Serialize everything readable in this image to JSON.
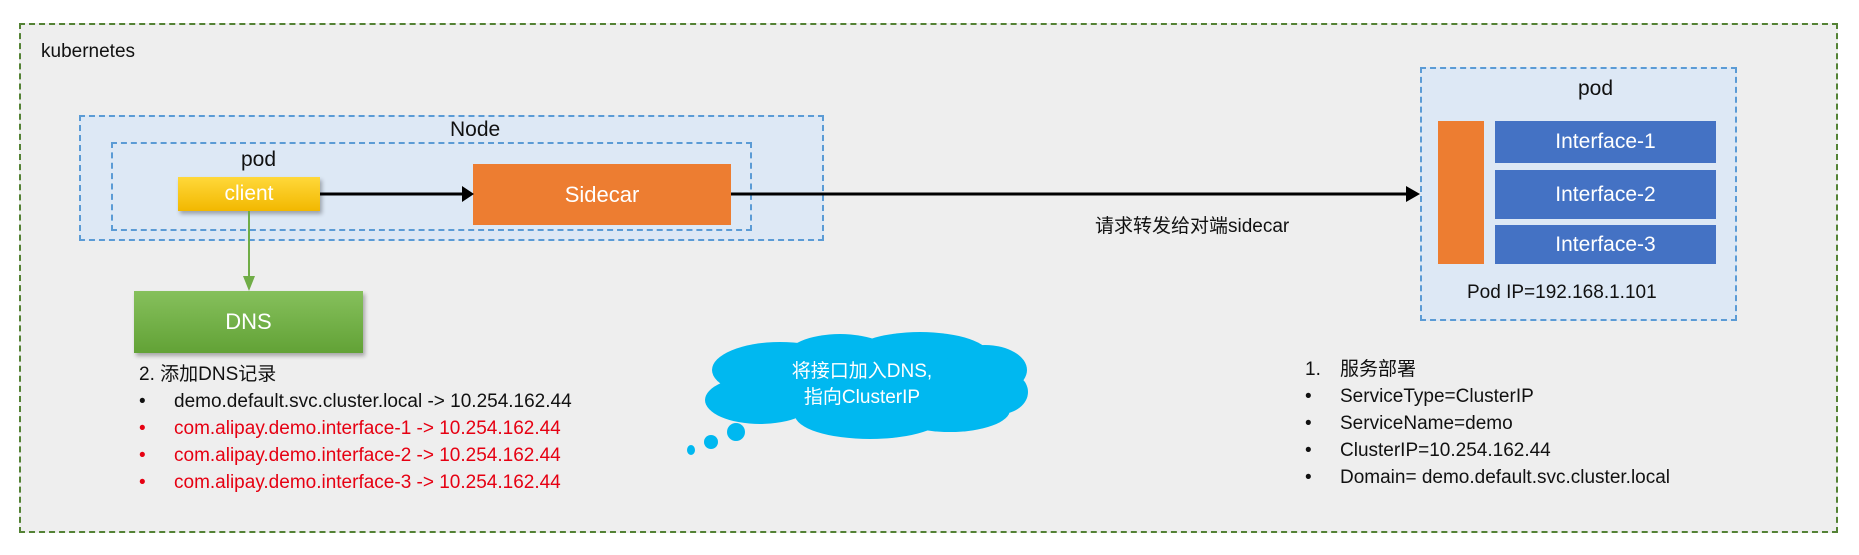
{
  "cluster": {
    "label": "kubernetes"
  },
  "node": {
    "label": "Node",
    "pod_label": "pod",
    "client_label": "client",
    "sidecar_label": "Sidecar"
  },
  "dns": {
    "label": "DNS"
  },
  "arrow_label": "请求转发给对端sidecar",
  "remote_pod": {
    "label": "pod",
    "interfaces": [
      "Interface-1",
      "Interface-2",
      "Interface-3"
    ],
    "pod_ip": "Pod IP=192.168.1.101"
  },
  "dns_records": {
    "title": "2. 添加DNS记录",
    "bullet": "•",
    "items": [
      {
        "text": "demo.default.svc.cluster.local -> 10.254.162.44",
        "highlight": false
      },
      {
        "text": "com.alipay.demo.interface-1 -> 10.254.162.44",
        "highlight": true
      },
      {
        "text": "com.alipay.demo.interface-2 -> 10.254.162.44",
        "highlight": true
      },
      {
        "text": "com.alipay.demo.interface-3 -> 10.254.162.44",
        "highlight": true
      }
    ]
  },
  "cloud_note": {
    "line1": "将接口加入DNS,",
    "line2": "指向ClusterIP"
  },
  "deployment": {
    "number": "1.",
    "title": "服务部署",
    "bullet": "•",
    "items": [
      "ServiceType=ClusterIP",
      "ServiceName=demo",
      "ClusterIP=10.254.162.44",
      "Domain= demo.default.svc.cluster.local"
    ]
  },
  "colors": {
    "orange": "#ed7d31",
    "blue": "#4472c4",
    "red": "#e60012",
    "cloud": "#00b8f0",
    "green": "#70ad47",
    "yellow": "#ffc000"
  }
}
